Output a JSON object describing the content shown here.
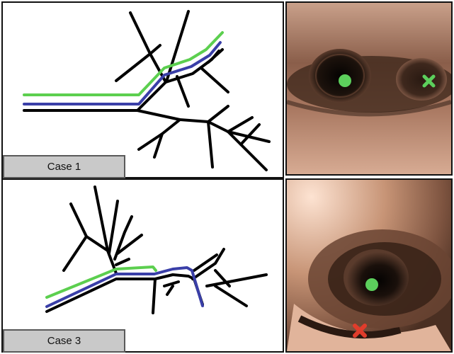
{
  "cases": [
    {
      "label": "Case 1"
    },
    {
      "label": "Case 3"
    }
  ],
  "colors": {
    "airway_tree": "#000000",
    "path_green": "#5ccf4f",
    "path_blue": "#3a3fa8",
    "marker_green": "#5ccf5c",
    "marker_red": "#e03c2b",
    "label_background": "#c9c9c9"
  },
  "markers": {
    "case1_view": [
      "target-dot",
      "endpoint-cross"
    ],
    "case3_view": [
      "target-dot",
      "endpoint-cross"
    ]
  }
}
